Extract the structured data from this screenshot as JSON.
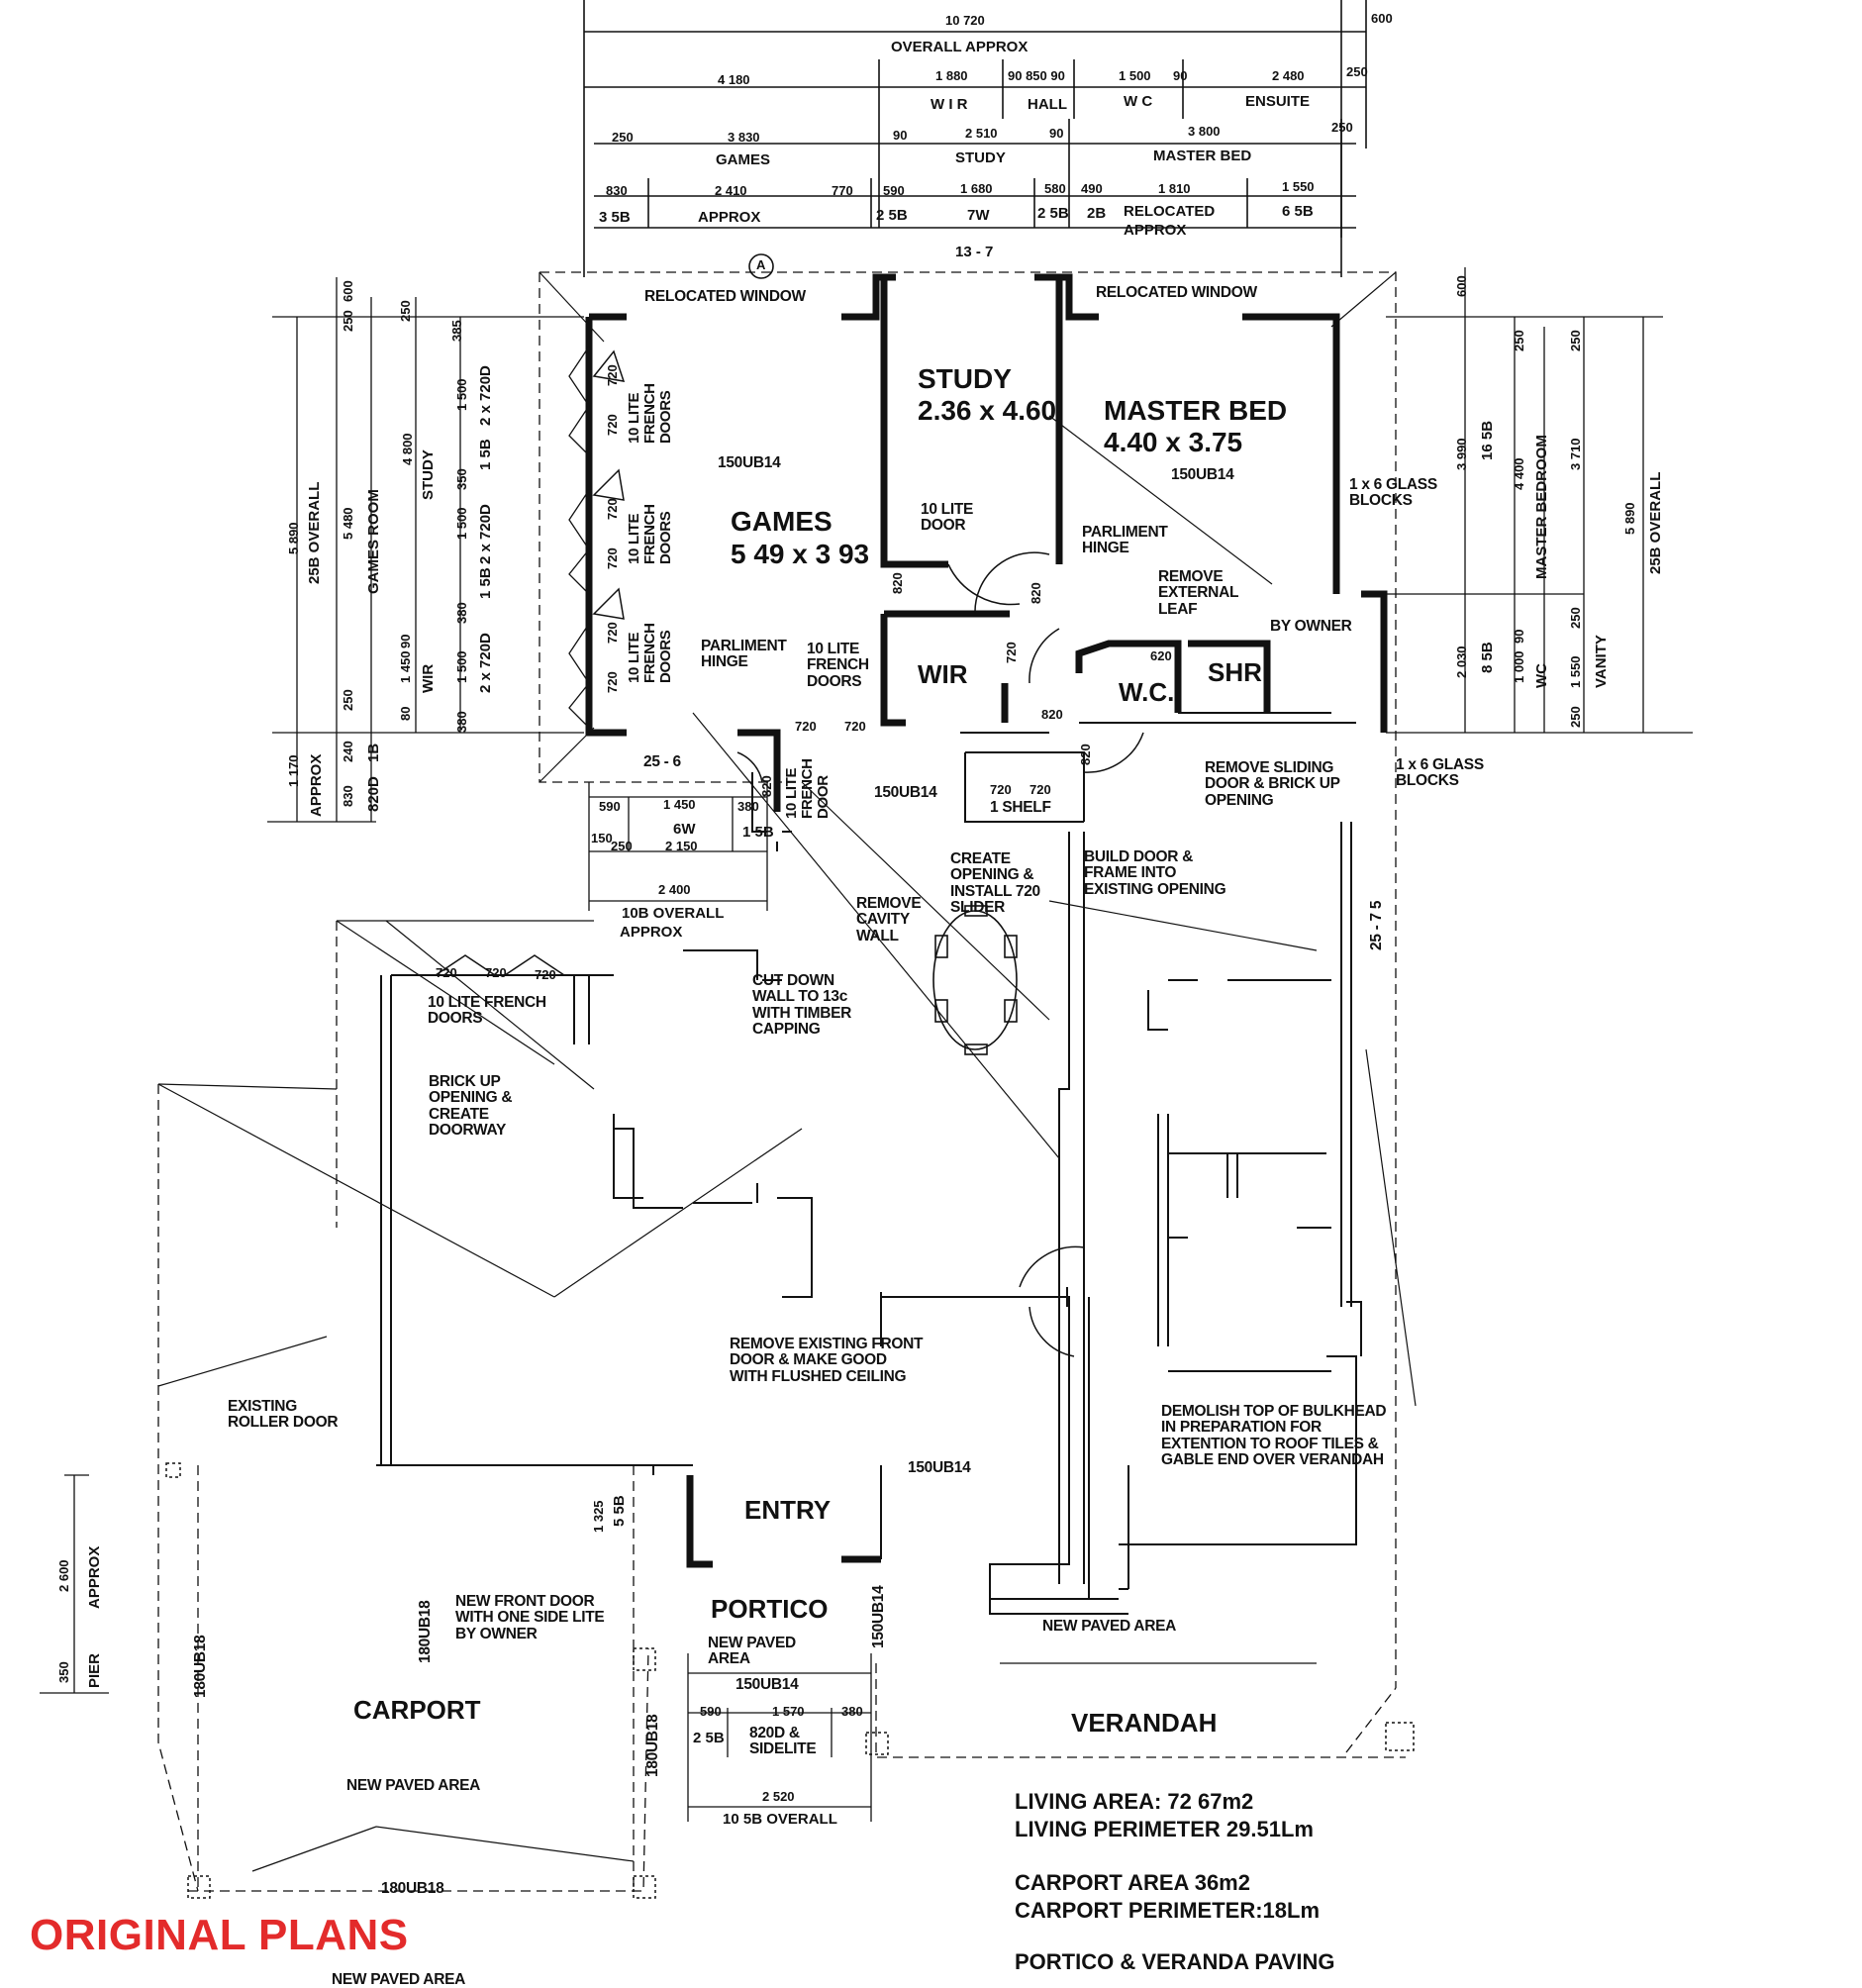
{
  "title": "ORIGINAL PLANS",
  "colors": {
    "title": "#e32b2b",
    "line": "#111111"
  },
  "top_dims": {
    "overall": "10 720",
    "overall_label": "OVERALL APPROX",
    "right_600": "600",
    "row1": [
      "4 180",
      "1 880",
      "90 850 90",
      "1 500",
      "90",
      "2 480",
      "250"
    ],
    "row1_labels": [
      "W I R",
      "HALL",
      "W C",
      "ENSUITE"
    ],
    "row2": [
      "250",
      "3 830",
      "90",
      "2 510",
      "90",
      "3 800",
      "250"
    ],
    "row2_labels": [
      "GAMES",
      "STUDY",
      "MASTER BED"
    ],
    "row3": [
      "830",
      "2 410",
      "770",
      "590",
      "1 680",
      "580",
      "490",
      "1 810",
      "1 550"
    ],
    "row3_labels": [
      "3 5B",
      "APPROX",
      "2 5B",
      "7W",
      "2 5B",
      "2B",
      "RELOCATED",
      "APPROX",
      "6 5B"
    ],
    "course": "13 - 7"
  },
  "rooms": {
    "study_name": "STUDY",
    "study_size": "2.36 x 4.60",
    "master_name": "MASTER BED",
    "master_size": "4.40 x 3.75",
    "games_name": "GAMES",
    "games_size": "5 49 x 3 93",
    "wir": "WIR",
    "wc": "W.C.",
    "shr": "SHR",
    "entry": "ENTRY",
    "portico": "PORTICO",
    "carport": "CARPORT",
    "verandah": "VERANDAH"
  },
  "notes": {
    "reloc_left": "RELOCATED WINDOW",
    "reloc_right": "RELOCATED WINDOW",
    "marker": "A",
    "french1": "10 LITE\nFRENCH\nDOORS",
    "french2": "10 LITE\nFRENCH\nDOORS",
    "french3": "10 LITE\nFRENCH\nDOORS",
    "beam_games": "150UB14",
    "beam_master": "150UB14",
    "beam_hall": "150UB14",
    "beam_entry": "150UB14",
    "door_study": "10 LITE\nDOOR",
    "parl_master": "PARLIMENT\nHINGE",
    "remove_leaf": "REMOVE\nEXTERNAL\nLEAF",
    "by_owner": "BY OWNER",
    "glass_top": "1 x 6 GLASS\nBLOCKS",
    "glass_bot": "1 x 6 GLASS\nBLOCKS",
    "parl_games": "PARLIMENT\nHINGE",
    "french_games": "10 LITE\nFRENCH\nDOORS",
    "french_door_v": "10 LITE\nFRENCH\nDOOR",
    "shelf": "1 SHELF",
    "remove_sliding": "REMOVE SLIDING\nDOOR & BRICK UP\nOPENING",
    "build_door": "BUILD DOOR &\nFRAME INTO\nEXISTING OPENING",
    "create_opening": "CREATE\nOPENING &\nINSTALL 720\nSLIDER",
    "remove_cavity": "REMOVE\nCAVITY\nWALL",
    "cut_down": "CUT DOWN\nWALL TO 13c\nWITH TIMBER\nCAPPING",
    "french_living": "10 LITE FRENCH\nDOORS",
    "brick_up": "BRICK UP\nOPENING &\nCREATE\nDOORWAY",
    "remove_front": "REMOVE EXISTING FRONT\nDOOR & MAKE GOOD\nWITH FLUSHED CEILING",
    "roller": "EXISTING\nROLLER DOOR",
    "demolish": "DEMOLISH TOP OF BULKHEAD\nIN PREPARATION FOR\nEXTENTION TO ROOF TILES &\nGABLE END OVER VERANDAH",
    "new_front": "NEW FRONT DOOR\nWITH ONE SIDE LITE\nBY OWNER",
    "paved_portico": "NEW PAVED\nAREA",
    "paved_verandah": "NEW PAVED AREA",
    "paved_carport": "NEW PAVED AREA",
    "paved_bottom": "NEW PAVED AREA",
    "beam_portico": "150UB14",
    "beam_portico_v": "150UB14",
    "ub18_left": "180UB18",
    "ub18_mid": "180UB18",
    "ub18_portico": "180UB18",
    "ub18_bottom": "180UB18",
    "side_lite": "820D &\nSIDELITE",
    "course_256": "25 - 6",
    "course_2575": "25 - 7 5"
  },
  "door_dims": {
    "d720": "720",
    "d820": "820",
    "d620": "620"
  },
  "left_dims": {
    "overall_mm": "5 890",
    "overall_label": "25B OVERALL",
    "games_mm": "5 480",
    "games_label": "GAMES ROOM",
    "study_mm": "4 800",
    "study_label": "STUDY",
    "wir_mm": "1 450",
    "wir_label": "WIR",
    "dims_a": [
      "250",
      "600",
      "250",
      "385",
      "1 500",
      "350",
      "1 500",
      "380",
      "1 500",
      "380",
      "90",
      "250",
      "80"
    ],
    "openings": [
      "2 x 720D",
      "1 5B",
      "2 x 720D",
      "1 5B",
      "2 x 720D"
    ],
    "approx_mm": "1 170",
    "approx_label": "APPROX",
    "b_830": "830",
    "b_240": "240",
    "b_820D": "820D",
    "b_1B": "1B"
  },
  "right_dims": {
    "overall_mm": "5 890",
    "overall_label": "25B OVERALL",
    "master_mm": "4 400",
    "master_label": "MASTER BEDROOM",
    "m_3710": "3 710",
    "m_250a": "250",
    "m_250b": "250",
    "m_600": "600",
    "m_3990": "3 990",
    "m_16_5B": "16 5B",
    "m_2030": "2 030",
    "m_8_5B": "8 5B",
    "m_1000": "1 000",
    "m_90": "90",
    "wc_label": "WC",
    "m_250c": "250",
    "m_1550": "1 550",
    "m_250d": "250",
    "vanity": "VANITY"
  },
  "games_bottom_dims": {
    "d590": "590",
    "d1450": "1 450",
    "d380": "380",
    "d6W": "6W",
    "d2150": "2 150",
    "d150": "150",
    "d250": "250",
    "d1_5B": "1 5B",
    "d2400": "2 400",
    "overall": "10B OVERALL",
    "approx": "APPROX"
  },
  "portico_dims": {
    "d590": "590",
    "d1570": "1 570",
    "d380": "380",
    "d2_5B": "2 5B",
    "d2520": "2 520",
    "overall": "10 5B OVERALL",
    "d1325": "1 325",
    "d5_5B": "5 5B"
  },
  "pier_dims": {
    "d2600": "2 600",
    "approx": "APPROX",
    "d350": "350",
    "pier": "PIER"
  },
  "stats": {
    "living_area": "LIVING AREA: 72 67m2",
    "living_perim": "LIVING PERIMETER  29.51Lm",
    "carport_area": "CARPORT AREA  36m2",
    "carport_perim": "CARPORT PERIMETER:18Lm",
    "paving": "PORTICO & VERANDA PAVING"
  }
}
